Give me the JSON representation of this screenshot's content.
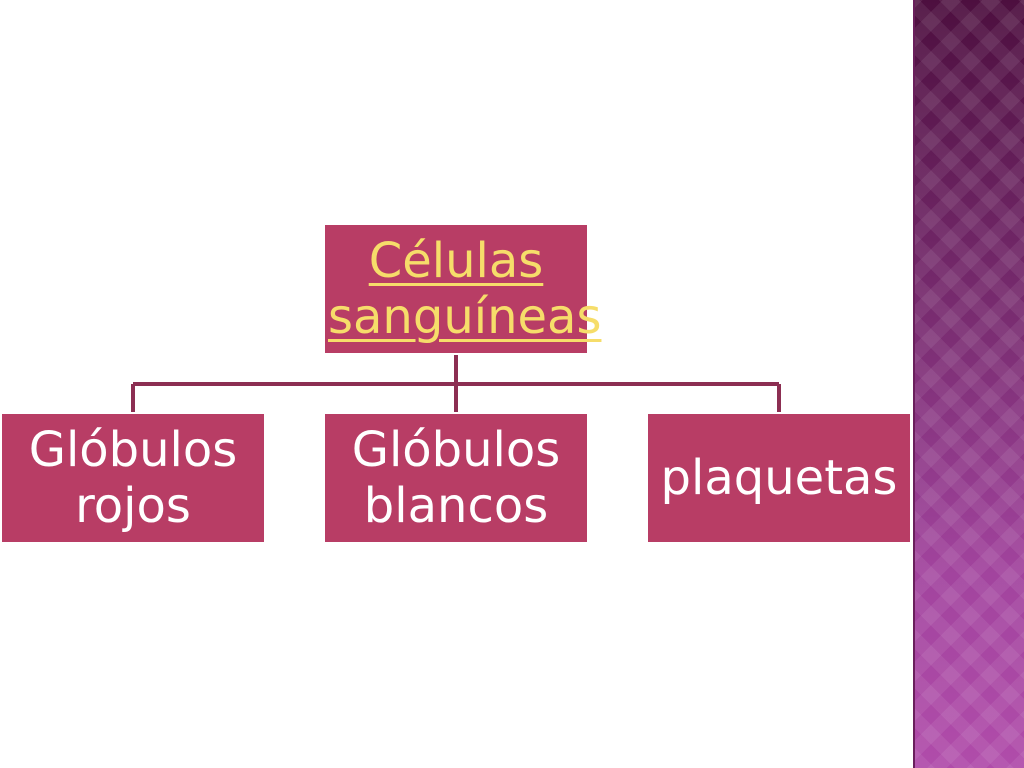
{
  "diagram": {
    "root": {
      "label": "Células sanguíneas"
    },
    "children": [
      {
        "label": "Glóbulos rojos"
      },
      {
        "label": "Glóbulos blancos"
      },
      {
        "label": "plaquetas"
      }
    ]
  },
  "colors": {
    "node_fill": "#b83d65",
    "root_text": "#f6dd6a",
    "child_text": "#ffffff",
    "connector": "#8c2e52",
    "side_band_top": "#4d0f3f",
    "side_band_bottom": "#b04caa"
  }
}
